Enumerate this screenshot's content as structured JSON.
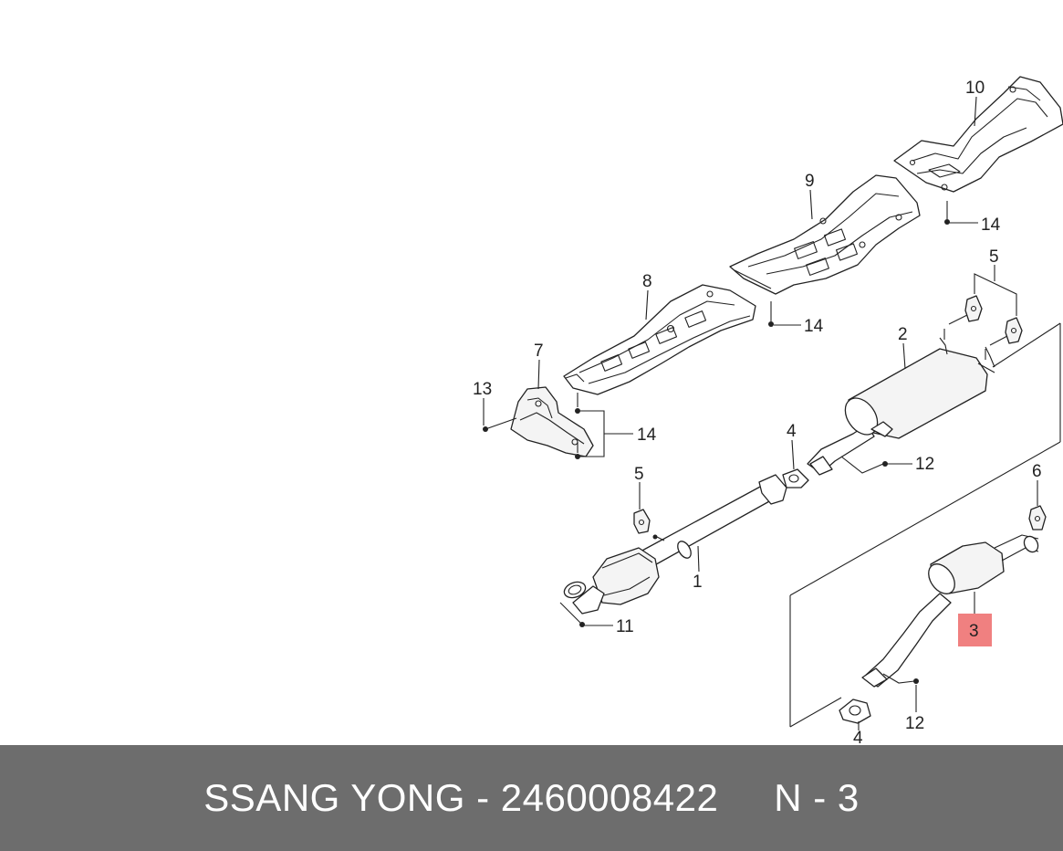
{
  "labels": {
    "c1": "1",
    "c2": "2",
    "c3": "3",
    "c4a": "4",
    "c4b": "4",
    "c5a": "5",
    "c5b": "5",
    "c6": "6",
    "c7": "7",
    "c8": "8",
    "c9": "9",
    "c10": "10",
    "c11": "11",
    "c12a": "12",
    "c12b": "12",
    "c13": "13",
    "c14a": "14",
    "c14b": "14",
    "c14c": "14"
  },
  "highlight_color": "#f08080",
  "footer": {
    "brand": "SSANG YONG",
    "separator": " - ",
    "part_number": "2460008422",
    "position": "N - 3"
  }
}
